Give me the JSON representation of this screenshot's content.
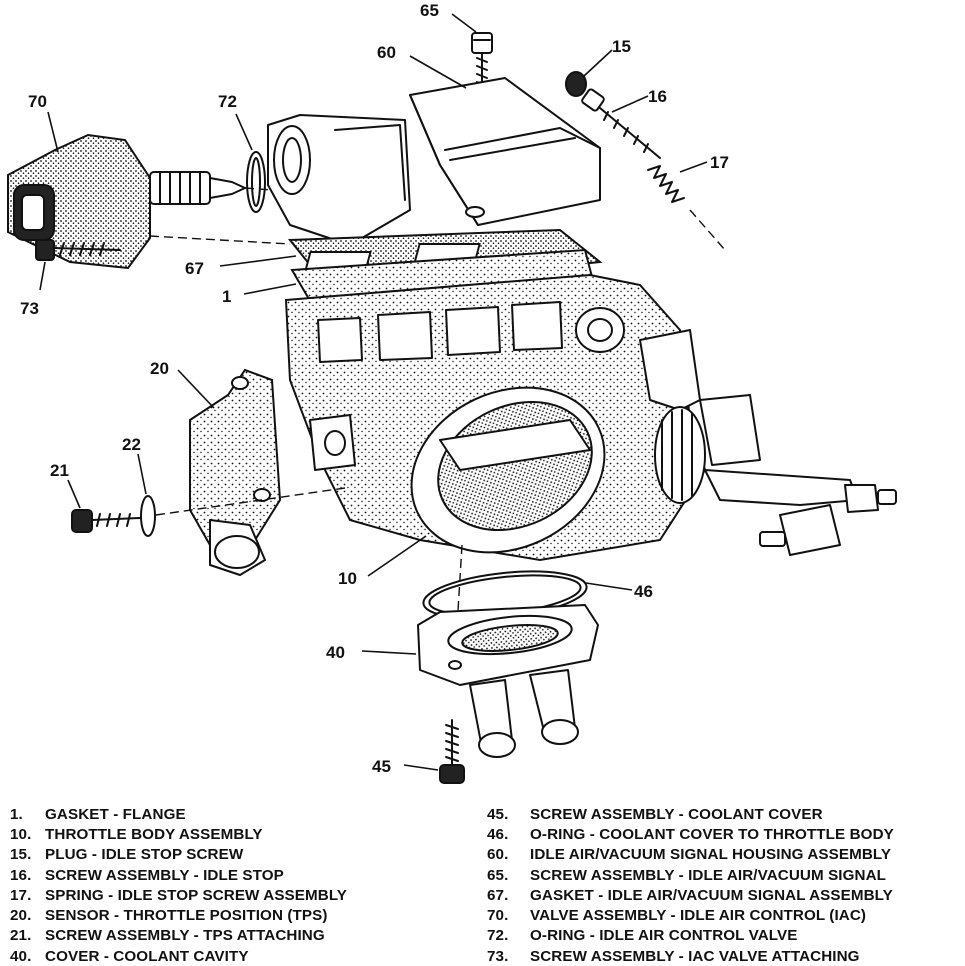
{
  "callouts": [
    {
      "id": "c65",
      "label": "65"
    },
    {
      "id": "c60",
      "label": "60"
    },
    {
      "id": "c15",
      "label": "15"
    },
    {
      "id": "c16",
      "label": "16"
    },
    {
      "id": "c70",
      "label": "70"
    },
    {
      "id": "c72",
      "label": "72"
    },
    {
      "id": "c17",
      "label": "17"
    },
    {
      "id": "c67",
      "label": "67"
    },
    {
      "id": "c1",
      "label": "1"
    },
    {
      "id": "c73",
      "label": "73"
    },
    {
      "id": "c20",
      "label": "20"
    },
    {
      "id": "c22",
      "label": "22"
    },
    {
      "id": "c21",
      "label": "21"
    },
    {
      "id": "c10",
      "label": "10"
    },
    {
      "id": "c46",
      "label": "46"
    },
    {
      "id": "c40",
      "label": "40"
    },
    {
      "id": "c45",
      "label": "45"
    }
  ],
  "legend": {
    "left": [
      {
        "num": "1.",
        "text": "GASKET - FLANGE"
      },
      {
        "num": "10.",
        "text": "THROTTLE BODY ASSEMBLY"
      },
      {
        "num": "15.",
        "text": "PLUG - IDLE STOP SCREW"
      },
      {
        "num": "16.",
        "text": "SCREW ASSEMBLY - IDLE STOP"
      },
      {
        "num": "17.",
        "text": "SPRING - IDLE STOP SCREW ASSEMBLY"
      },
      {
        "num": "20.",
        "text": "SENSOR - THROTTLE POSITION (TPS)"
      },
      {
        "num": "21.",
        "text": "SCREW ASSEMBLY - TPS ATTACHING"
      },
      {
        "num": "40.",
        "text": "COVER - COOLANT CAVITY"
      }
    ],
    "right": [
      {
        "num": "45.",
        "text": "SCREW ASSEMBLY - COOLANT COVER"
      },
      {
        "num": "46.",
        "text": "O-RING - COOLANT COVER TO THROTTLE BODY"
      },
      {
        "num": "60.",
        "text": "IDLE AIR/VACUUM SIGNAL HOUSING ASSEMBLY"
      },
      {
        "num": "65.",
        "text": "SCREW ASSEMBLY - IDLE AIR/VACUUM SIGNAL"
      },
      {
        "num": "67.",
        "text": "GASKET - IDLE AIR/VACUUM SIGNAL ASSEMBLY"
      },
      {
        "num": "70.",
        "text": "VALVE ASSEMBLY - IDLE AIR CONTROL (IAC)"
      },
      {
        "num": "72.",
        "text": "O-RING - IDLE AIR CONTROL VALVE"
      },
      {
        "num": "73.",
        "text": "SCREW ASSEMBLY - IAC VALVE ATTACHING"
      }
    ]
  }
}
